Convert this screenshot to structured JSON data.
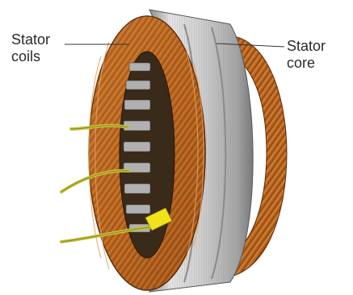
{
  "labels": {
    "stator_coils": {
      "line1": "Stator",
      "line2": "coils"
    },
    "stator_core": {
      "line1": "Stator",
      "line2": "core"
    }
  },
  "colors": {
    "coil_copper": "#b8641e",
    "coil_dark": "#6e3208",
    "core_steel": "#b9b9b9",
    "lead_wire": "#c8c23a",
    "sleeve": "#f2e21a"
  }
}
